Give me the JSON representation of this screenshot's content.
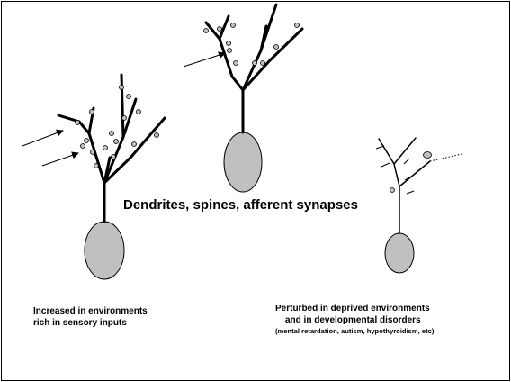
{
  "title": "Dendrites, spines, afferent synapses",
  "left_caption": {
    "line1": "Increased in environments",
    "line2": "rich in sensory inputs"
  },
  "right_caption": {
    "line1": "Perturbed in deprived environments",
    "line2": "and in developmental disorders",
    "line3": "(mental retardation, autism, hypothyroidism, etc)"
  },
  "colors": {
    "cell_body": "#c0c0c0",
    "stroke": "#000000",
    "background": "#ffffff"
  }
}
